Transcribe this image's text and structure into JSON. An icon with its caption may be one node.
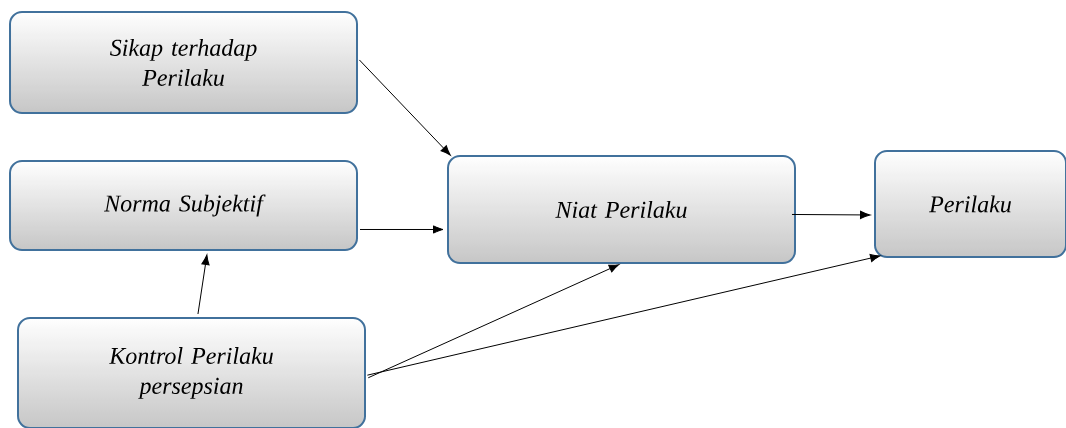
{
  "diagram": {
    "nodes": [
      {
        "text": [
          "Sikap terhadap Perilaku"
        ]
      },
      {
        "text": [
          "Norma Subjektif"
        ]
      },
      {
        "text": [
          "Niat Perilaku"
        ]
      },
      {
        "text": [
          "Perilaku"
        ]
      },
      {
        "text": [
          "Kontrol Perilaku persepsian"
        ]
      }
    ],
    "edges": [
      {
        "from": 0,
        "to": 2,
        "arrow": "to"
      },
      {
        "from": 1,
        "to": 2,
        "arrow": "to"
      },
      {
        "from": 2,
        "to": 3,
        "arrow": "to"
      },
      {
        "from": 4,
        "to": 1,
        "arrow": "to"
      },
      {
        "from": 4,
        "to": 2,
        "arrow": "to"
      },
      {
        "from": 4,
        "to": 3,
        "arrow": "to"
      }
    ]
  }
}
